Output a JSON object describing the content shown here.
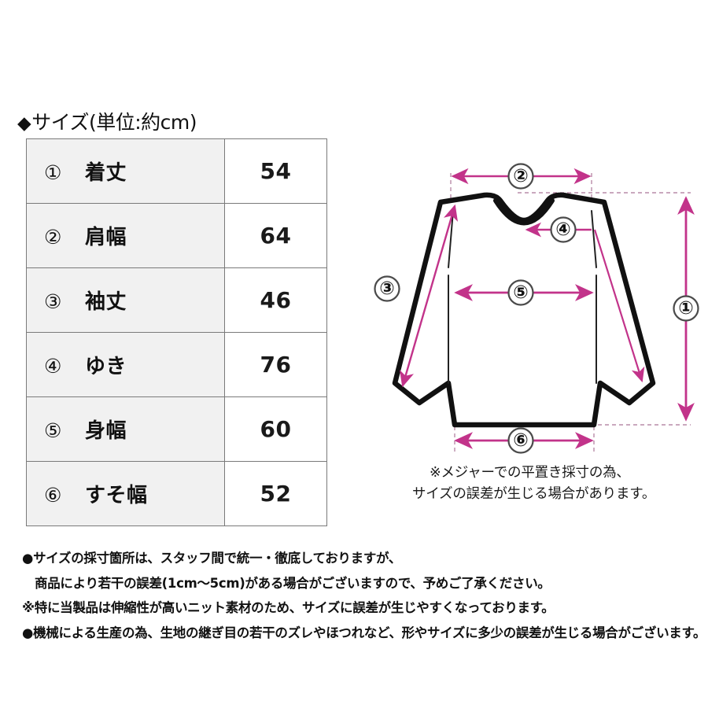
{
  "page": {
    "title": "◆サイズ(単位:約cm)",
    "title_diamond": "◆",
    "title_text": "サイズ(単位:約cm)"
  },
  "size_table": {
    "rows": [
      {
        "num": "①",
        "label": "着丈",
        "value": "54"
      },
      {
        "num": "②",
        "label": "肩幅",
        "value": "64"
      },
      {
        "num": "③",
        "label": "袖丈",
        "value": "46"
      },
      {
        "num": "④",
        "label": "ゆき",
        "value": "76"
      },
      {
        "num": "⑤",
        "label": "身幅",
        "value": "60"
      },
      {
        "num": "⑥",
        "label": "すそ幅",
        "value": "52"
      }
    ]
  },
  "diagram": {
    "markers": {
      "m1": "①",
      "m2": "②",
      "m3": "③",
      "m4": "④",
      "m5": "⑤",
      "m6": "⑥"
    },
    "colors": {
      "arrow": "#c2338a",
      "arrow_light": "#e8a8d4",
      "outline": "#111111",
      "guide": "#b98ca8"
    },
    "note_line_1": "※メジャーでの平置き採寸の為、",
    "note_line_2": "サイズの誤差が生じる場合があります。"
  },
  "footer": {
    "lines": [
      "●サイズの採寸箇所は、スタッフ間で統一・徹底しておりますが、",
      "商品により若干の誤差(1cm〜5cm)がある場合がございますので、予めご了承ください。",
      "※特に当製品は伸縮性が高いニット素材のため、サイズに誤差が生じやすくなっております。",
      "●機械による生産の為、生地の継ぎ目の若干のズレやほつれなど、形やサイズに多少の誤差が生じる場合がございます。"
    ]
  }
}
